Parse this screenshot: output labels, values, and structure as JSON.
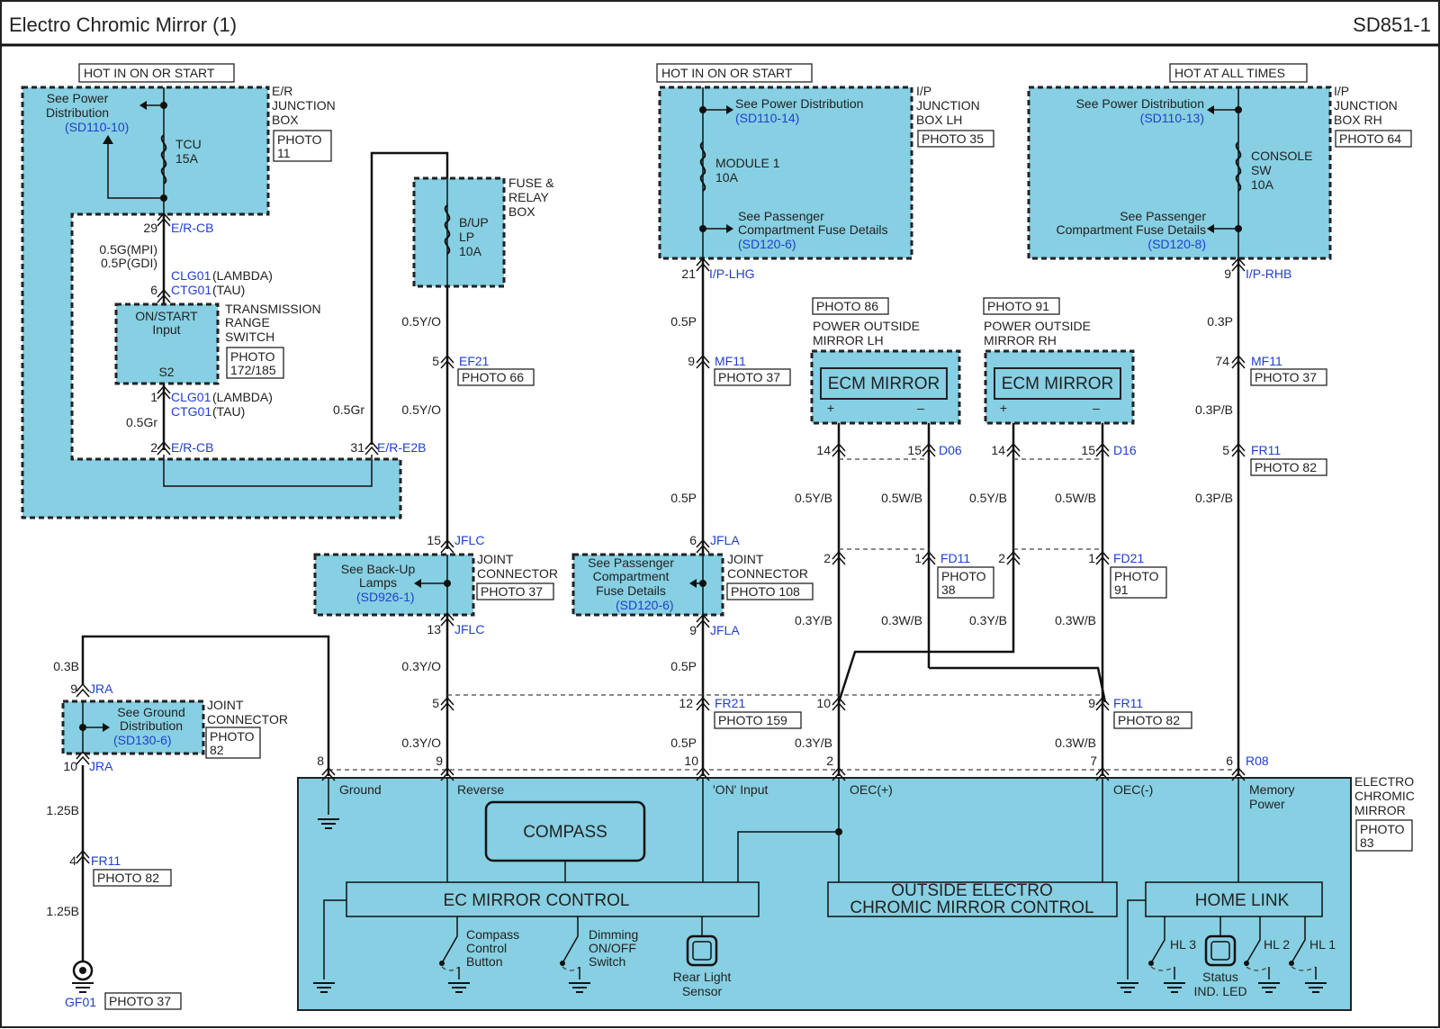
{
  "header": {
    "title": "Electro Chromic Mirror (1)",
    "code": "SD851-1"
  },
  "hot_labels": [
    "HOT IN ON OR START",
    "HOT IN ON OR START",
    "HOT AT ALL TIMES"
  ],
  "er_box": {
    "see_power": [
      "See Power",
      "Distribution"
    ],
    "ref": "(SD110-10)",
    "fuse": [
      "TCU",
      "15A"
    ],
    "name": [
      "E/R",
      "JUNCTION",
      "BOX"
    ],
    "photo": [
      "PHOTO",
      "11"
    ]
  },
  "fuse_relay": {
    "fuse": [
      "B/UP",
      "LP",
      "10A"
    ],
    "name": [
      "FUSE &",
      "RELAY",
      "BOX"
    ]
  },
  "ip_lh": {
    "see_power": "See Power Distribution",
    "ref": "(SD110-14)",
    "fuse": [
      "MODULE 1",
      "10A"
    ],
    "see_pass": [
      "See Passenger",
      "Compartment Fuse Details"
    ],
    "pass_ref": "(SD120-6)",
    "name": [
      "I/P",
      "JUNCTION",
      "BOX LH"
    ],
    "photo": "PHOTO 35"
  },
  "ip_rh": {
    "see_power": "See Power Distribution",
    "ref": "(SD110-13)",
    "fuse": [
      "CONSOLE",
      "SW",
      "10A"
    ],
    "see_pass": [
      "See Passenger",
      "Compartment Fuse Details"
    ],
    "pass_ref": "(SD120-8)",
    "name": [
      "I/P",
      "JUNCTION",
      "BOX RH"
    ],
    "photo": "PHOTO 64"
  },
  "trs": {
    "box": [
      "ON/START",
      "Input"
    ],
    "pin": "S2",
    "name": [
      "TRANSMISSION",
      "RANGE",
      "SWITCH"
    ],
    "photo": [
      "PHOTO",
      "172/185"
    ]
  },
  "mirror_lh": {
    "photo": "PHOTO 86",
    "name": [
      "POWER OUTSIDE",
      "MIRROR LH"
    ],
    "box": "ECM MIRROR"
  },
  "mirror_rh": {
    "photo": "PHOTO 91",
    "name": [
      "POWER OUTSIDE",
      "MIRROR RH"
    ],
    "box": "ECM MIRROR"
  },
  "jflc": {
    "see": [
      "See Back-Up",
      "Lamps"
    ],
    "ref": "(SD926-1)",
    "name": [
      "JOINT",
      "CONNECTOR"
    ],
    "photo": "PHOTO 37"
  },
  "jfla": {
    "see": [
      "See Passenger",
      "Compartment",
      "Fuse Details"
    ],
    "ref": "(SD120-6)",
    "name": [
      "JOINT",
      "CONNECTOR"
    ],
    "photo": "PHOTO 108"
  },
  "jra": {
    "see": [
      "See Ground",
      "Distribution"
    ],
    "ref": "(SD130-6)",
    "name": [
      "JOINT",
      "CONNECTOR"
    ],
    "photo": [
      "PHOTO",
      "82"
    ]
  },
  "ecm": {
    "name": [
      "ELECTRO",
      "CHROMIC",
      "MIRROR"
    ],
    "photo": [
      "PHOTO",
      "83"
    ],
    "compass": "COMPASS",
    "ec_control": "EC  MIRROR CONTROL",
    "outside_control": [
      "OUTSIDE ELECTRO",
      "CHROMIC MIRROR CONTROL"
    ],
    "homelink": "HOME  LINK",
    "inputs": [
      "Ground",
      "Reverse",
      "'ON' Input",
      "OEC(+)",
      "OEC(-)",
      "Memory",
      "Power"
    ],
    "compass_btn": [
      "Compass",
      "Control",
      "Button"
    ],
    "dimming": [
      "Dimming",
      "ON/OFF",
      "Switch"
    ],
    "rear_light": [
      "Rear Light",
      "Sensor"
    ],
    "status": [
      "Status",
      "IND. LED"
    ],
    "hl": [
      "HL 3",
      "HL 2",
      "HL 1"
    ]
  },
  "ground": {
    "name": "GF01",
    "photo": "PHOTO 37"
  },
  "wires": {
    "er_sizes": [
      "0.5G(MPI)",
      "0.5P(GDI)"
    ],
    "g05": "0.5Gr",
    "g05b": "0.5Gr",
    "y05a": "0.5Y/O",
    "y05b": "0.5Y/O",
    "y03a": "0.3Y/O",
    "y03b": "0.3Y/O",
    "p05a": "0.5P",
    "p05b": "0.5P",
    "p05c": "0.5P",
    "p05d": "0.5P",
    "yb05a": "0.5Y/B",
    "wb05a": "0.5W/B",
    "yb05b": "0.5Y/B",
    "wb05b": "0.5W/B",
    "yb03a": "0.3Y/B",
    "wb03a": "0.3W/B",
    "yb03b": "0.3Y/B",
    "wb03b": "0.3W/B",
    "yb03c": "0.3Y/B",
    "wb03c": "0.3W/B",
    "p03": "0.3P",
    "pb03a": "0.3P/B",
    "pb03b": "0.3P/B",
    "b03": "0.3B",
    "b125a": "1.25B",
    "b125b": "1.25B"
  },
  "connectors": {
    "c29": {
      "pin": "29",
      "name": "E/R-CB"
    },
    "clg_top": {
      "pin": "6",
      "name1": "CLG01",
      "tag1": "(LAMBDA)",
      "name2": "CTG01",
      "tag2": "(TAU)"
    },
    "clg_bot": {
      "pin": "1",
      "name1": "CLG01",
      "tag1": "(LAMBDA)",
      "name2": "CTG01",
      "tag2": "(TAU)"
    },
    "c2": {
      "pin": "2",
      "name": "E/R-CB"
    },
    "c31": {
      "pin": "31",
      "name": "E/R-E2B"
    },
    "ef21": {
      "pin": "5",
      "name": "EF21",
      "photo": "PHOTO 66"
    },
    "jflc15": {
      "pin": "15",
      "name": "JFLC"
    },
    "jflc13": {
      "pin": "13",
      "name": "JFLC"
    },
    "c5": {
      "pin": "5"
    },
    "ip21": {
      "pin": "21",
      "name": "I/P-LHG"
    },
    "mf11a": {
      "pin": "9",
      "name": "MF11",
      "photo": "PHOTO 37"
    },
    "jfla6": {
      "pin": "6",
      "name": "JFLA"
    },
    "jfla9": {
      "pin": "9",
      "name": "JFLA"
    },
    "fr21": {
      "pin": "12",
      "name": "FR21",
      "photo": "PHOTO 159"
    },
    "lh14": {
      "pin": "14"
    },
    "d06": {
      "pin": "15",
      "name": "D06"
    },
    "rh14": {
      "pin": "14"
    },
    "d16": {
      "pin": "15",
      "name": "D16"
    },
    "fd11": {
      "pin2": "2",
      "pin1": "1",
      "name": "FD11",
      "photo": [
        "PHOTO",
        "38"
      ]
    },
    "fd21": {
      "pin2": "2",
      "pin1": "1",
      "name": "FD21",
      "photo": [
        "PHOTO",
        "91"
      ]
    },
    "fr11m": {
      "pin10": "10",
      "pin9": "9",
      "name": "FR11",
      "photo": "PHOTO 82"
    },
    "ip9": {
      "pin": "9",
      "name": "I/P-RHB"
    },
    "mf11b": {
      "pin": "74",
      "name": "MF11",
      "photo": "PHOTO 37"
    },
    "fr11r": {
      "pin": "5",
      "name": "FR11",
      "photo": "PHOTO 82"
    },
    "jra9": {
      "pin": "9",
      "name": "JRA"
    },
    "jra10": {
      "pin": "10",
      "name": "JRA"
    },
    "fr11g": {
      "pin": "4",
      "name": "FR11",
      "photo": "PHOTO 82"
    },
    "ecm_pins": [
      "8",
      "9",
      "10",
      "2",
      "7",
      "6"
    ],
    "r08": "R08"
  }
}
